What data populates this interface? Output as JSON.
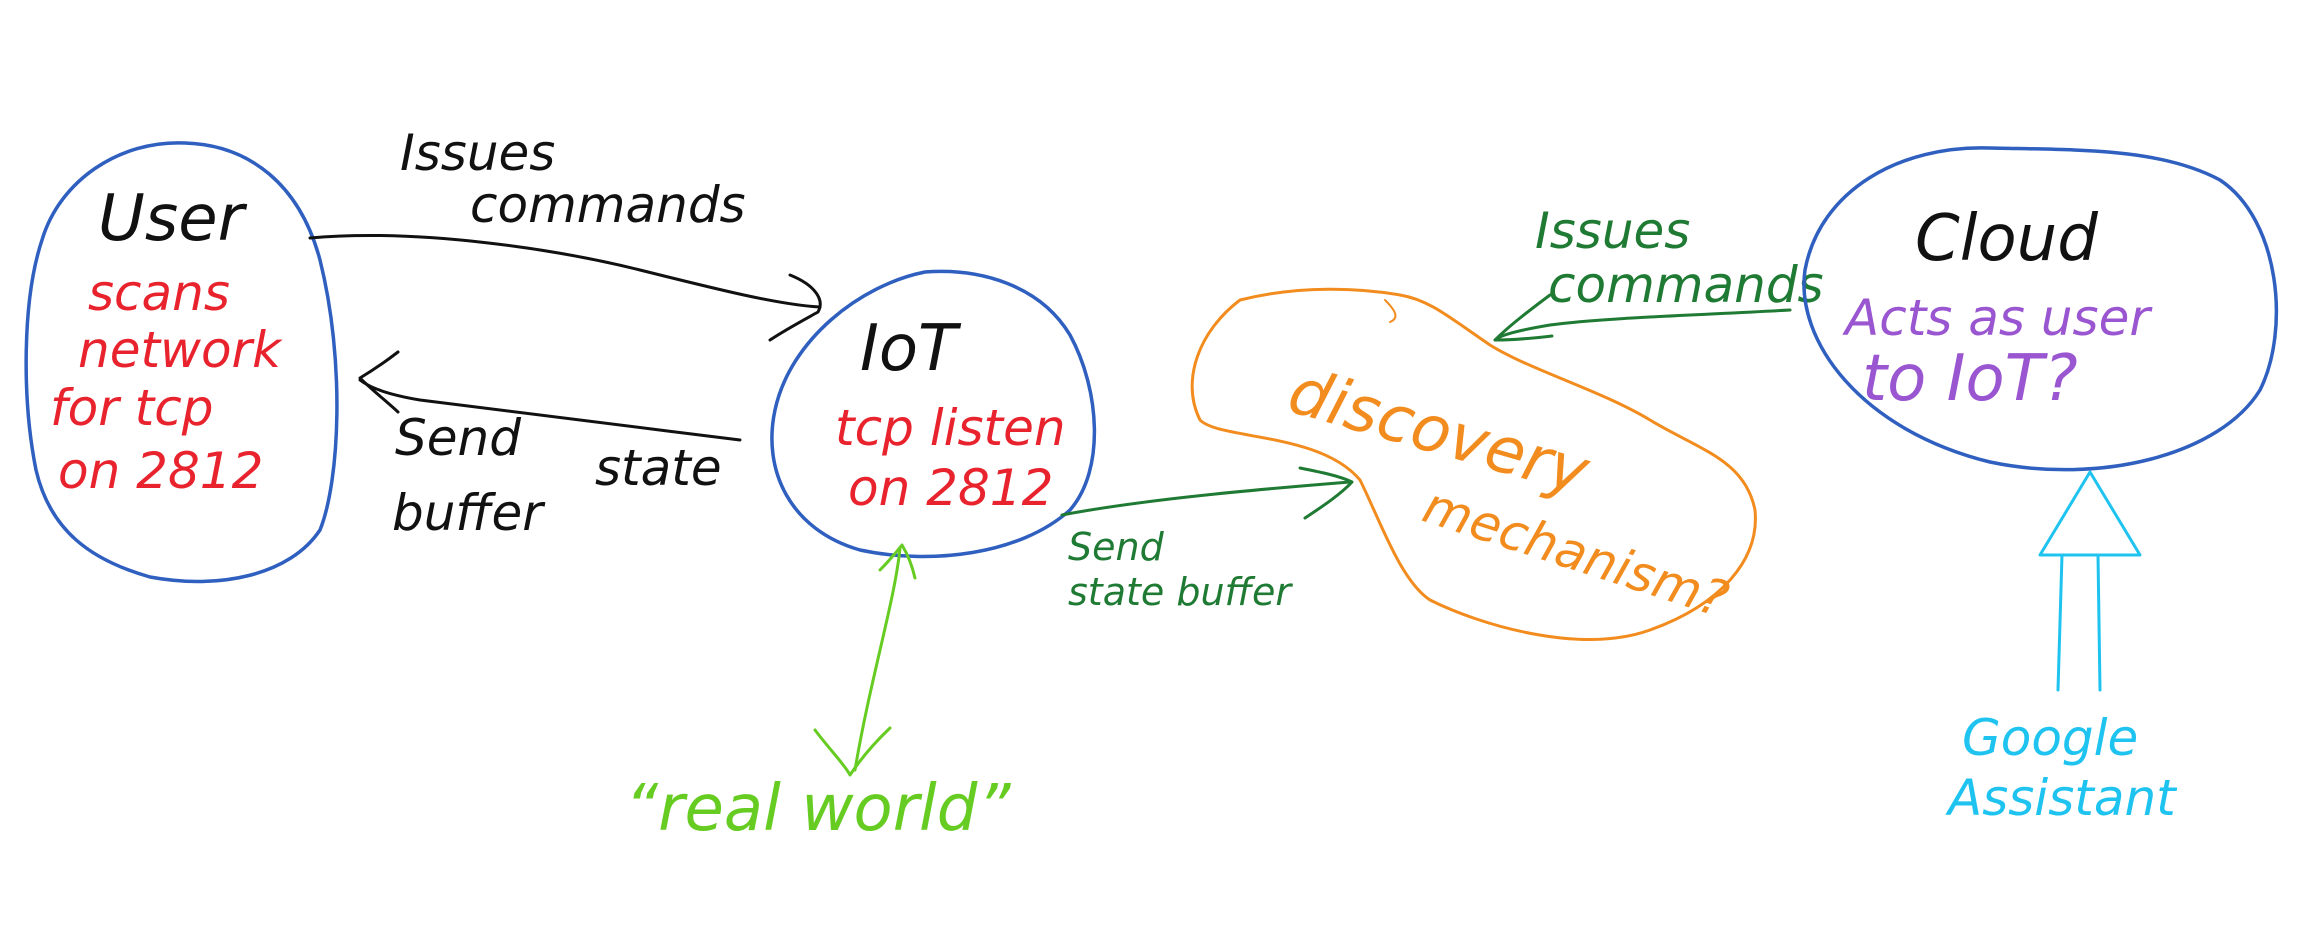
{
  "colors": {
    "blue": "#2f5fbf",
    "black": "#111111",
    "red": "#e8232d",
    "dark_green": "#1f7a33",
    "orange": "#f28c1e",
    "purple": "#9a55d1",
    "light_green": "#66cc22",
    "cyan": "#1ec3f0"
  },
  "nodes": {
    "user": {
      "title": "User",
      "lines": [
        "scans",
        "network",
        "for tcp",
        "on 2812"
      ]
    },
    "iot": {
      "title": "IoT",
      "lines": [
        "tcp listen",
        "on 2812"
      ]
    },
    "discovery": {
      "lines": [
        "discovery",
        "mechanism?"
      ]
    },
    "cloud": {
      "title": "Cloud",
      "lines": [
        "Acts  as  user",
        "to IoT?"
      ]
    }
  },
  "edges": {
    "user_to_iot": {
      "lines": [
        "Issues",
        "commands"
      ]
    },
    "iot_to_user": {
      "lines": [
        "Send",
        "state",
        "buffer"
      ]
    },
    "iot_to_discovery": {
      "lines": [
        "Send",
        "state buffer"
      ]
    },
    "cloud_to_discovery": {
      "lines": [
        "Issues",
        "commands"
      ]
    },
    "real_world": {
      "label": "“real  world”"
    },
    "google": {
      "lines": [
        "Google",
        "Assistant"
      ]
    }
  }
}
